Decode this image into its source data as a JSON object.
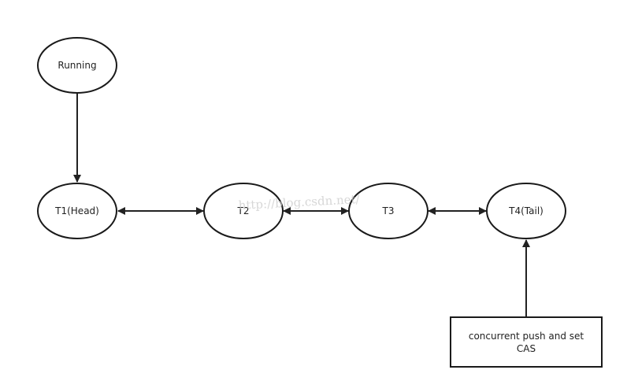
{
  "diagram": {
    "nodes": {
      "running": {
        "label": "Running"
      },
      "t1": {
        "label": "T1(Head)"
      },
      "t2": {
        "label": "T2"
      },
      "t3": {
        "label": "T3"
      },
      "t4": {
        "label": "T4(Tail)"
      },
      "note": {
        "lines": [
          "concurrent push and set",
          "CAS"
        ]
      }
    },
    "edges": [
      {
        "from": "running",
        "to": "t1",
        "direction": "forward"
      },
      {
        "from": "t1",
        "to": "t2",
        "direction": "both"
      },
      {
        "from": "t2",
        "to": "t3",
        "direction": "both"
      },
      {
        "from": "t3",
        "to": "t4",
        "direction": "both"
      },
      {
        "from": "note",
        "to": "t4",
        "direction": "forward"
      }
    ],
    "watermark": "http://blog.csdn.net/",
    "colors": {
      "stroke": "#1a1a1a",
      "text": "#222222",
      "watermark": "#c9c9c9"
    }
  }
}
